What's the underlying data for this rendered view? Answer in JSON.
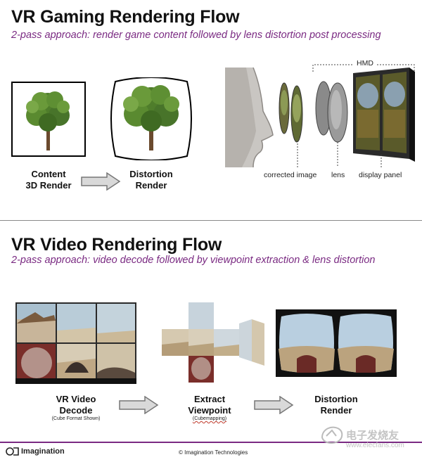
{
  "gaming": {
    "title": "VR Gaming Rendering Flow",
    "subtitle": "2-pass approach: render game content followed by lens distortion post processing",
    "step1": {
      "line1": "Content",
      "line2": "3D Render"
    },
    "step2": {
      "line1": "Distortion",
      "line2": "Render"
    },
    "hmd_label": "HMD",
    "labels": {
      "corrected": "corrected image",
      "lens": "lens",
      "display": "display panel"
    }
  },
  "video": {
    "title": "VR Video Rendering Flow",
    "subtitle": "2-pass approach: video decode followed by viewpoint extraction & lens distortion",
    "step1": {
      "line1": "VR Video",
      "line2": "Decode",
      "note": "(Cube Format Shown)"
    },
    "step2": {
      "line1": "Extract",
      "line2": "Viewpoint",
      "note": "(Cubemapping)"
    },
    "step3": {
      "line1": "Distortion",
      "line2": "Render"
    }
  },
  "footer": {
    "brand": "Imagination",
    "copyright": "© Imagination Technologies",
    "watermark_cn": "电子发烧友",
    "watermark_url": "www.elecfans.com"
  },
  "colors": {
    "accent": "#7a2a82",
    "divider": "#8a8a8a",
    "arrow_fill": "#d9d9d9",
    "arrow_stroke": "#777777"
  },
  "icons": [
    "tree-icon",
    "arrow-right-icon",
    "face-profile-icon",
    "lens-icon",
    "display-panel-icon",
    "imagination-logo-icon",
    "watermark-logo-icon"
  ]
}
